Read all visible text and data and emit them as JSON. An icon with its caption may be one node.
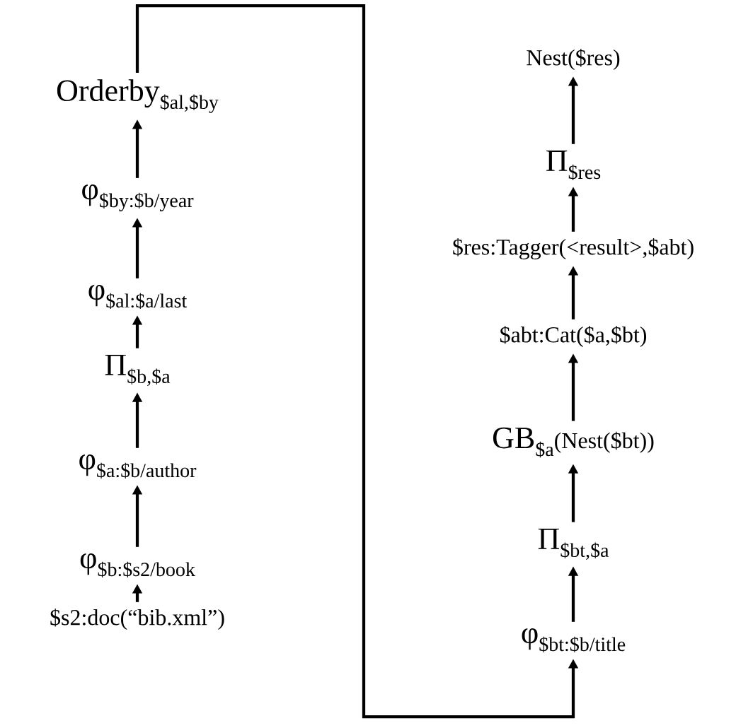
{
  "diagram": {
    "nodes": [
      {
        "text": [
          "Orderby",
          "$al,$by"
        ]
      },
      {
        "text": [
          "φ",
          "$by:$b/year"
        ]
      },
      {
        "text": [
          "φ",
          "$al:$a/last"
        ]
      },
      {
        "text": [
          "Π",
          "$b,$a"
        ]
      },
      {
        "text": [
          "φ",
          "$a:$b/author"
        ]
      },
      {
        "text": [
          "φ",
          "$b:$s2/book"
        ]
      },
      {
        "text": [
          "$s2:doc(“bib.xml”)"
        ]
      },
      {
        "text": [
          "Nest($res)"
        ]
      },
      {
        "text": [
          "Π",
          "$res"
        ]
      },
      {
        "text": [
          "$res:Tagger(<result>,$abt)"
        ]
      },
      {
        "text": [
          "$abt:Cat($a,$bt)"
        ]
      },
      {
        "text": [
          "GB",
          "$a",
          "(Nest($bt))"
        ]
      },
      {
        "text": [
          "Π",
          "$bt,$a"
        ]
      },
      {
        "text": [
          "φ",
          "$bt:$b/title"
        ]
      }
    ],
    "edges": [
      {
        "from": 6,
        "to": 5,
        "arrow": "to"
      },
      {
        "from": 5,
        "to": 4,
        "arrow": "to"
      },
      {
        "from": 4,
        "to": 3,
        "arrow": "to"
      },
      {
        "from": 3,
        "to": 2,
        "arrow": "to"
      },
      {
        "from": 2,
        "to": 1,
        "arrow": "to"
      },
      {
        "from": 1,
        "to": 0,
        "arrow": "to"
      },
      {
        "from": 0,
        "to": 13,
        "arrow": "to"
      },
      {
        "from": 13,
        "to": 12,
        "arrow": "to"
      },
      {
        "from": 12,
        "to": 11,
        "arrow": "to"
      },
      {
        "from": 11,
        "to": 10,
        "arrow": "to"
      },
      {
        "from": 10,
        "to": 9,
        "arrow": "to"
      },
      {
        "from": 9,
        "to": 8,
        "arrow": "to"
      },
      {
        "from": 8,
        "to": 7,
        "arrow": "to"
      }
    ]
  }
}
